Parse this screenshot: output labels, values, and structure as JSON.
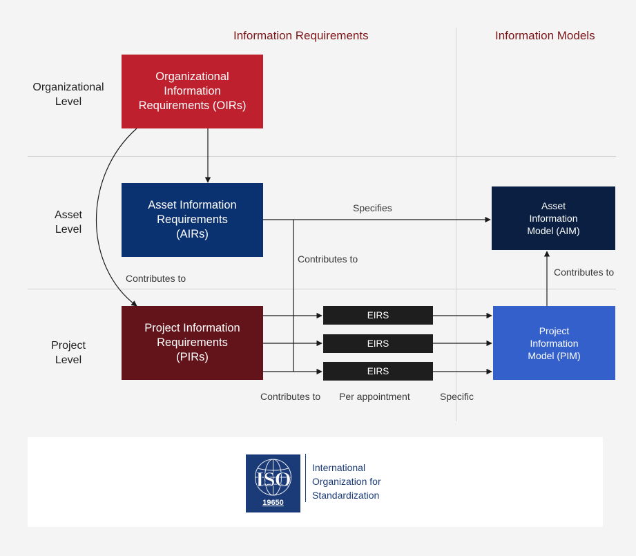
{
  "columns": {
    "requirements": "Information Requirements",
    "models": "Information Models"
  },
  "levels": {
    "organizational": "Organizational\nLevel",
    "asset": "Asset\nLevel",
    "project": "Project\nLevel"
  },
  "boxes": {
    "oir": "Organizational\nInformation\nRequirements (OIRs)",
    "air": "Asset Information\nRequirements\n(AIRs)",
    "pir": "Project Information\nRequirements\n(PIRs)",
    "aim": "Asset\nInformation\nModel (AIM)",
    "pim": "Project\nInformation\nModel (PIM)",
    "eirs": [
      "EIRS",
      "EIRS",
      "EIRS"
    ]
  },
  "edges": {
    "specifies": "Specifies",
    "contributes_mid": "Contributes to",
    "contributes_left": "Contributes to",
    "contributes_right": "Contributes to",
    "contributes_bottom": "Contributes to",
    "per_appointment": "Per appointment",
    "specific": "Specific"
  },
  "logo": {
    "mark": "ISO",
    "number": "19650",
    "org_name": "International\nOrganization for\nStandardization"
  },
  "colors": {
    "oir": "#be202d",
    "air": "#0b3270",
    "pir": "#63141a",
    "aim": "#0a1f41",
    "pim": "#3360cb",
    "eirs": "#1e1e1e",
    "header": "#7a1518",
    "iso_blue": "#1b3b78"
  }
}
